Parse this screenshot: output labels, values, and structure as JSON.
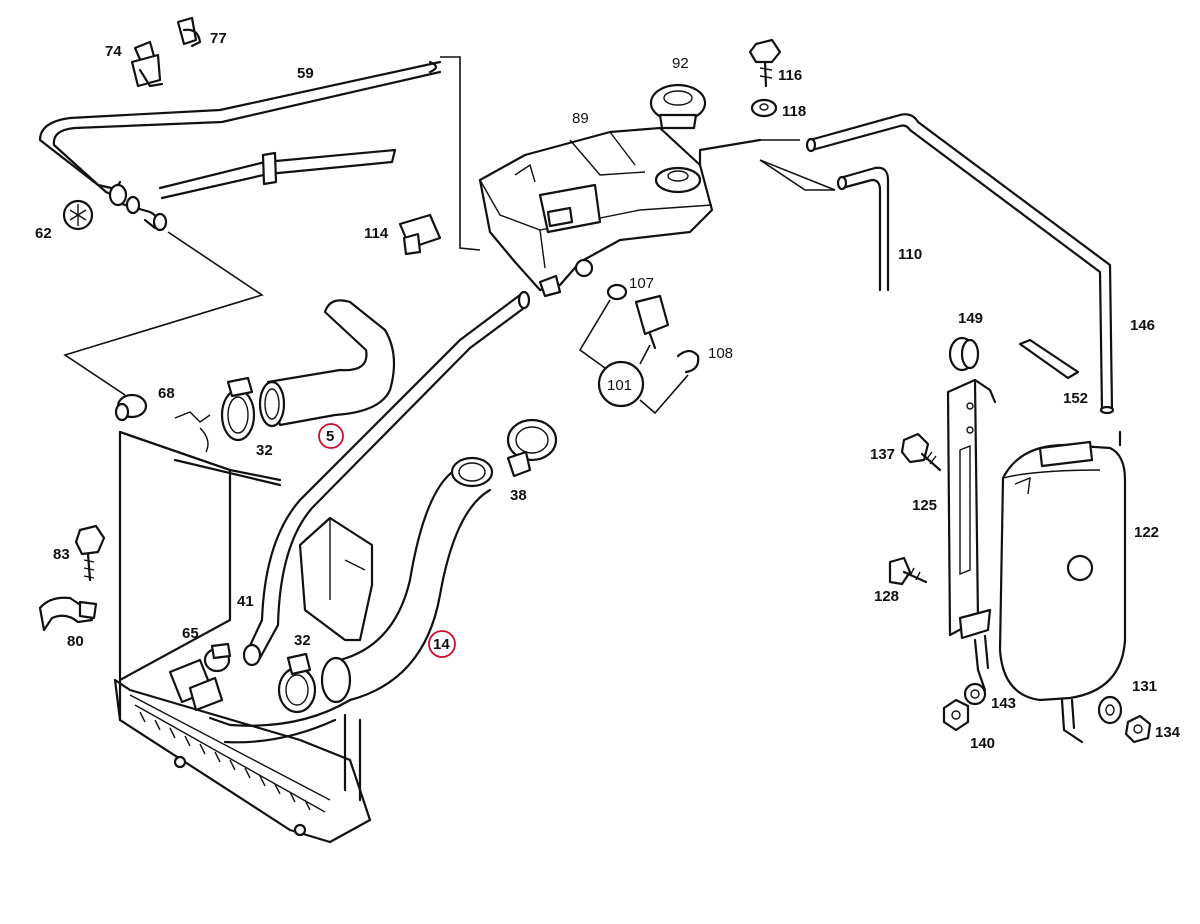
{
  "diagram": {
    "callouts": {
      "c74": "74",
      "c77": "77",
      "c59": "59",
      "c62": "62",
      "c68": "68",
      "c32a": "32",
      "c5": "5",
      "c89": "89",
      "c92": "92",
      "c116": "116",
      "c118": "118",
      "c114": "114",
      "c107": "107",
      "c108": "108",
      "c101": "101",
      "c110": "110",
      "c146": "146",
      "c149": "149",
      "c152": "152",
      "c38": "38",
      "c83": "83",
      "c80": "80",
      "c41": "41",
      "c65": "65",
      "c32b": "32",
      "c14": "14",
      "c137": "137",
      "c125": "125",
      "c122": "122",
      "c128": "128",
      "c131": "131",
      "c143": "143",
      "c134": "134",
      "c140": "140"
    },
    "highlighted": [
      "5",
      "14"
    ],
    "highlight_color": "#c8102e"
  }
}
